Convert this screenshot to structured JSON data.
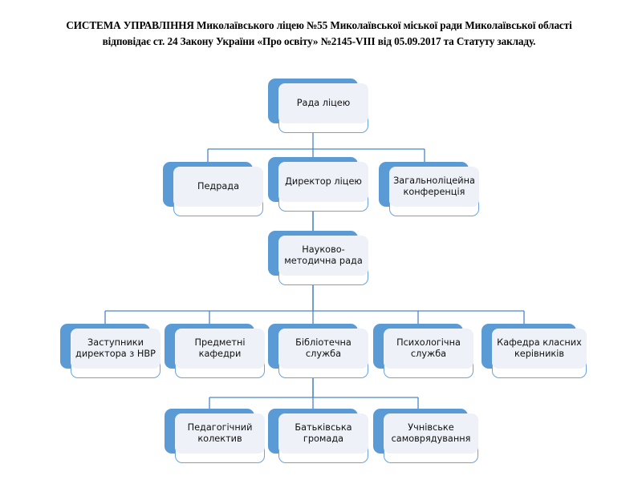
{
  "heading": {
    "line1": "СИСТЕМА УПРАВЛІННЯ Миколаївського ліцею №55 Миколаївської міської ради Миколаївської області",
    "line2": "відповідає ст. 24 Закону України «Про освіту» №2145-VIII від 05.09.2017 та Статуту закладу."
  },
  "colors": {
    "plate_blue": "#5b9bd5",
    "card_border": "#6ba3da",
    "panel_fill": "#eef2f8",
    "connector": "#4a86c5",
    "text": "#111111"
  },
  "chart_data": {
    "type": "diagram",
    "title": "СИСТЕМА УПРАВЛІННЯ Миколаївського ліцею №55",
    "layout": "top-down organizational hierarchy",
    "levels": [
      {
        "level": 1,
        "nodes": [
          "rada-liceyu"
        ]
      },
      {
        "level": 2,
        "nodes": [
          "pedrada",
          "dyrektor-liceyu",
          "zagalnoliceyna-konferenciya"
        ]
      },
      {
        "level": 3,
        "nodes": [
          "naukovo-metodychna-rada"
        ]
      },
      {
        "level": 4,
        "nodes": [
          "zastupnyky-dyrektora",
          "predmetni-kafedry",
          "bibliotechna-sluzhba",
          "psyhologichna-sluzhba",
          "kafedra-klasnyh-kerivnykiv"
        ]
      },
      {
        "level": 5,
        "nodes": [
          "pedagogichnyy-kolektyv",
          "batkivska-gromada",
          "uchnivske-samovryaduvannya"
        ]
      }
    ],
    "edges": [
      {
        "from": "rada-liceyu",
        "to": "pedrada"
      },
      {
        "from": "rada-liceyu",
        "to": "dyrektor-liceyu"
      },
      {
        "from": "rada-liceyu",
        "to": "zagalnoliceyna-konferenciya"
      },
      {
        "from": "dyrektor-liceyu",
        "to": "naukovo-metodychna-rada"
      },
      {
        "from": "naukovo-metodychna-rada",
        "to": "zastupnyky-dyrektora"
      },
      {
        "from": "naukovo-metodychna-rada",
        "to": "predmetni-kafedry"
      },
      {
        "from": "naukovo-metodychna-rada",
        "to": "bibliotechna-sluzhba"
      },
      {
        "from": "naukovo-metodychna-rada",
        "to": "psyhologichna-sluzhba"
      },
      {
        "from": "naukovo-metodychna-rada",
        "to": "kafedra-klasnyh-kerivnykiv"
      },
      {
        "from": "bibliotechna-sluzhba",
        "to": "pedagogichnyy-kolektyv"
      },
      {
        "from": "bibliotechna-sluzhba",
        "to": "batkivska-gromada"
      },
      {
        "from": "bibliotechna-sluzhba",
        "to": "uchnivske-samovryaduvannya"
      }
    ]
  },
  "nodes": {
    "rada_liceyu": "Рада ліцею",
    "pedrada": "Педрада",
    "dyrektor_liceyu": "Директор ліцею",
    "zagalnoliceyna_konferenciya": "Загальноліцейна\nконференція",
    "naukovo_metodychna_rada": "Науково-\nметодична рада",
    "zastupnyky_dyrektora": "Заступники\nдиректора з НВР",
    "predmetni_kafedry": "Предметні\nкафедри",
    "bibliotechna_sluzhba": "Бібліотечна\nслужба",
    "psyhologichna_sluzhba": "Психологічна\nслужба",
    "kafedra_klasnyh_kerivnykiv": "Кафедра класних\nкерівників",
    "pedagogichnyy_kolektyv": "Педагогічний\nколектив",
    "batkivska_gromada": "Батьківська\nгромада",
    "uchnivske_samovryaduvannya": "Учнівське\nсамоврядування"
  }
}
